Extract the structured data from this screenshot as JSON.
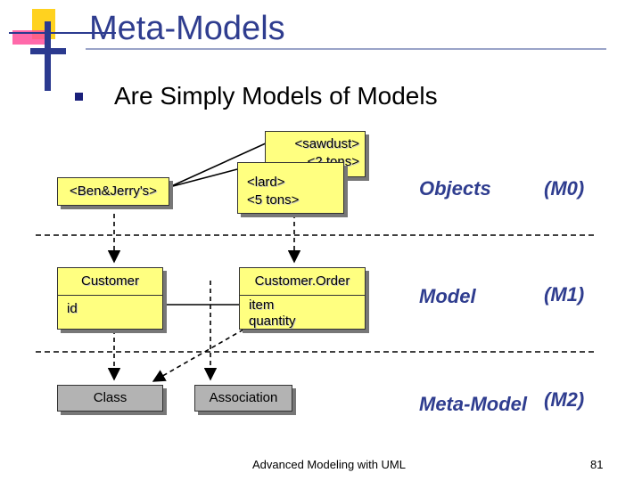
{
  "slide": {
    "title": "Meta-Models",
    "bullet": "Are Simply Models of Models",
    "footer": "Advanced Modeling with UML",
    "page_number": "81"
  },
  "objects": {
    "sawdust_line1": "<sawdust>",
    "sawdust_line2": "<2 tons>",
    "lard_line1": "<lard>",
    "lard_line2": "<5 tons>",
    "benjerry": "<Ben&Jerry's>"
  },
  "model": {
    "customer_name": "Customer",
    "customer_attr": "id",
    "order_name": "Customer.Order",
    "order_attr1": "item",
    "order_attr2": "quantity"
  },
  "metamodel": {
    "class_label": "Class",
    "association_label": "Association"
  },
  "levels": [
    {
      "name": "Objects",
      "code": "(M0)"
    },
    {
      "name": "Model",
      "code": "(M1)"
    },
    {
      "name": "Meta-Model",
      "code": "(M2)"
    }
  ],
  "colors": {
    "title": "#2f3d8f",
    "box_fill": "#ffff80",
    "metaclass_fill": "#b3b3b3",
    "logo_yellow": "#ffd21f",
    "logo_pink": "#ff4f9b",
    "logo_blue": "#2b3a8f"
  }
}
